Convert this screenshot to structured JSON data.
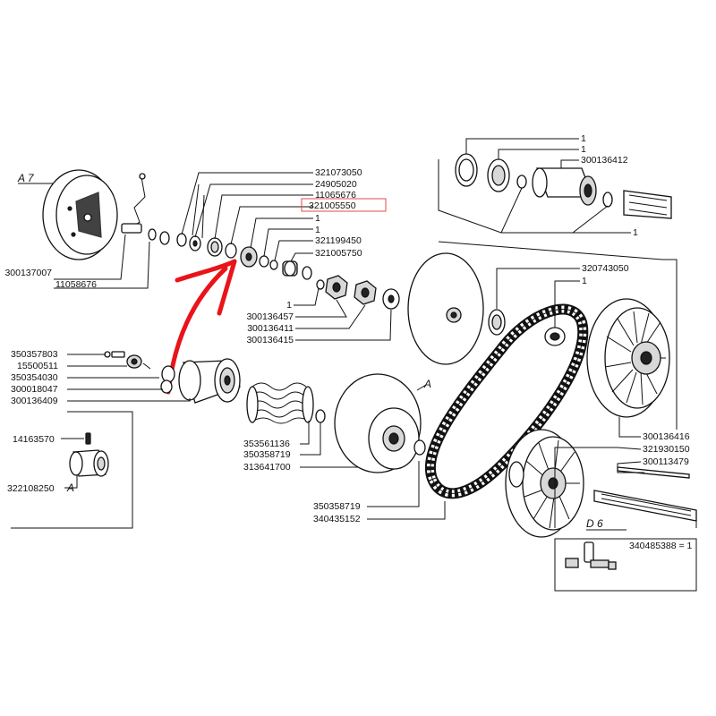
{
  "section_refs": {
    "a7": "A 7",
    "d6": "D 6",
    "a_belt": "A",
    "a_small": "A"
  },
  "highlighted_label": "321005550",
  "labels_top": [
    {
      "id": "321073050",
      "text": "321073050"
    },
    {
      "id": "24905020",
      "text": "24905020"
    },
    {
      "id": "11065676",
      "text": "11065676"
    },
    {
      "id": "321005550",
      "text": "321005550"
    },
    {
      "id": "q1a",
      "text": "1"
    },
    {
      "id": "q1b",
      "text": "1"
    },
    {
      "id": "321199450",
      "text": "321199450"
    },
    {
      "id": "321005750",
      "text": "321005750"
    }
  ],
  "labels_upper_right": [
    {
      "id": "r1a",
      "text": "1"
    },
    {
      "id": "r1b",
      "text": "1"
    },
    {
      "id": "300136412",
      "text": "300136412"
    },
    {
      "id": "r1c",
      "text": "1"
    }
  ],
  "labels_left_top": [
    {
      "id": "300137007",
      "text": "300137007"
    },
    {
      "id": "11058676",
      "text": "11058676"
    }
  ],
  "labels_center": [
    {
      "id": "c1",
      "text": "1"
    },
    {
      "id": "300136457",
      "text": "300136457"
    },
    {
      "id": "300136411",
      "text": "300136411"
    },
    {
      "id": "300136415",
      "text": "300136415"
    }
  ],
  "labels_left_mid": [
    {
      "id": "350357803",
      "text": "350357803"
    },
    {
      "id": "15500511",
      "text": "15500511"
    },
    {
      "id": "350354030",
      "text": "350354030"
    },
    {
      "id": "300018047",
      "text": "300018047"
    },
    {
      "id": "300136409",
      "text": "300136409"
    }
  ],
  "labels_left_bottom": [
    {
      "id": "14163570",
      "text": "14163570"
    },
    {
      "id": "322108250",
      "text": "322108250"
    }
  ],
  "labels_bottom_center": [
    {
      "id": "353561136",
      "text": "353561136"
    },
    {
      "id": "350358719a",
      "text": "350358719"
    },
    {
      "id": "313641700",
      "text": "313641700"
    },
    {
      "id": "350358719b",
      "text": "350358719"
    },
    {
      "id": "340435152",
      "text": "340435152"
    }
  ],
  "labels_right": [
    {
      "id": "320743050",
      "text": "320743050"
    },
    {
      "id": "rr1",
      "text": "1"
    },
    {
      "id": "300136416",
      "text": "300136416"
    },
    {
      "id": "321930150",
      "text": "321930150"
    },
    {
      "id": "300113479",
      "text": "300113479"
    }
  ],
  "kit_label": "340485388 = 1"
}
